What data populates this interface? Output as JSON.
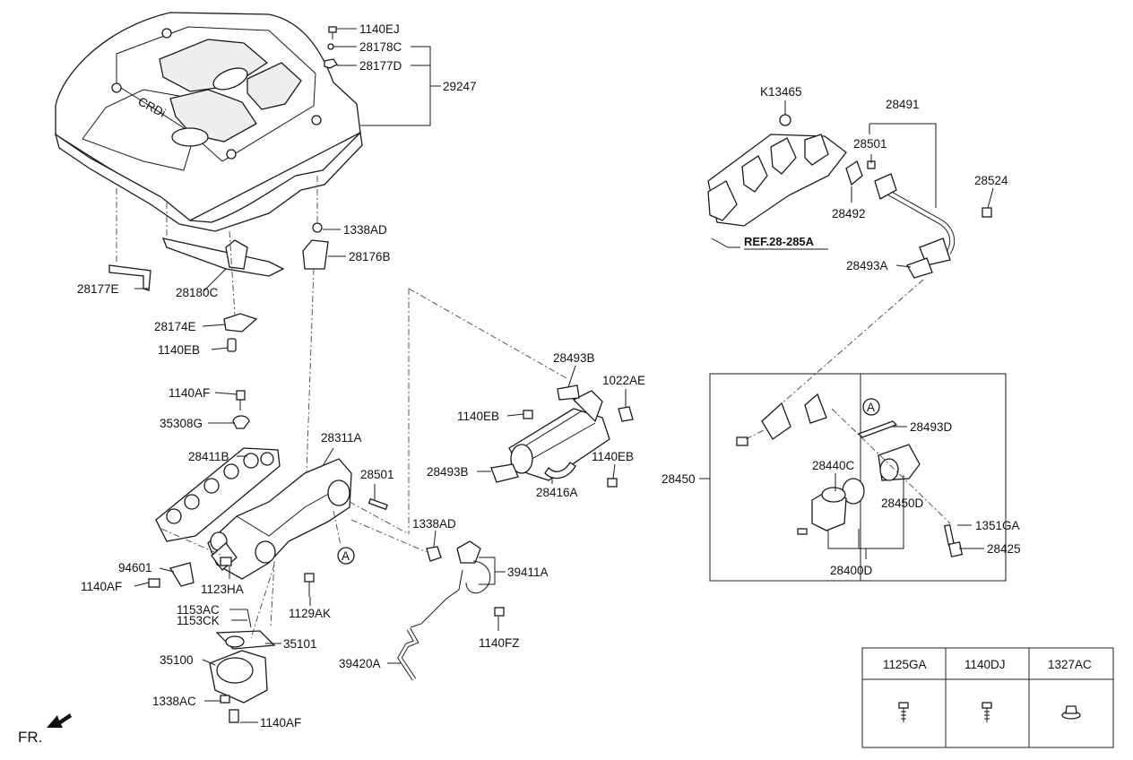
{
  "labels": {
    "p1140EJ": "1140EJ",
    "p28178C": "28178C",
    "p28177D": "28177D",
    "p29247": "29247",
    "p1338AD_top": "1338AD",
    "p28176B": "28176B",
    "p28177E": "28177E",
    "p28180C": "28180C",
    "p28174E": "28174E",
    "p1140EB_left": "1140EB",
    "p1140AF_a": "1140AF",
    "p35308G": "35308G",
    "p28411B": "28411B",
    "p28311A": "28311A",
    "p28501_mid": "28501",
    "p1338AD_mid": "1338AD",
    "p94601": "94601",
    "p1140AF_b": "1140AF",
    "p1123HA": "1123HA",
    "p1129AK": "1129AK",
    "p1153AC": "1153AC",
    "p1153CK": "1153CK",
    "p35101": "35101",
    "p35100": "35100",
    "p1338AC": "1338AC",
    "p1140AF_c": "1140AF",
    "p28493B_top": "28493B",
    "p1022AE": "1022AE",
    "p1140EB_mid": "1140EB",
    "p28493B_left": "28493B",
    "p28416A": "28416A",
    "p1140EB_right": "1140EB",
    "p39411A": "39411A",
    "p1140FZ": "1140FZ",
    "p39420A": "39420A",
    "pK13465": "K13465",
    "p28491": "28491",
    "p28501_right": "28501",
    "p28492": "28492",
    "p28524": "28524",
    "p28493A": "28493A",
    "ref_28285A": "REF.28-285A",
    "p28493D": "28493D",
    "p28450": "28450",
    "p28440C": "28440C",
    "p28450D": "28450D",
    "p1351GA": "1351GA",
    "p28425": "28425",
    "p28400D": "28400D",
    "callout_a": "A",
    "fr": "FR."
  },
  "hardware_table": {
    "headers": [
      "1125GA",
      "1140DJ",
      "1327AC"
    ],
    "icons": [
      "flange-bolt-icon",
      "flange-bolt-icon",
      "flange-nut-icon"
    ]
  },
  "cover_marking": "CRDi"
}
